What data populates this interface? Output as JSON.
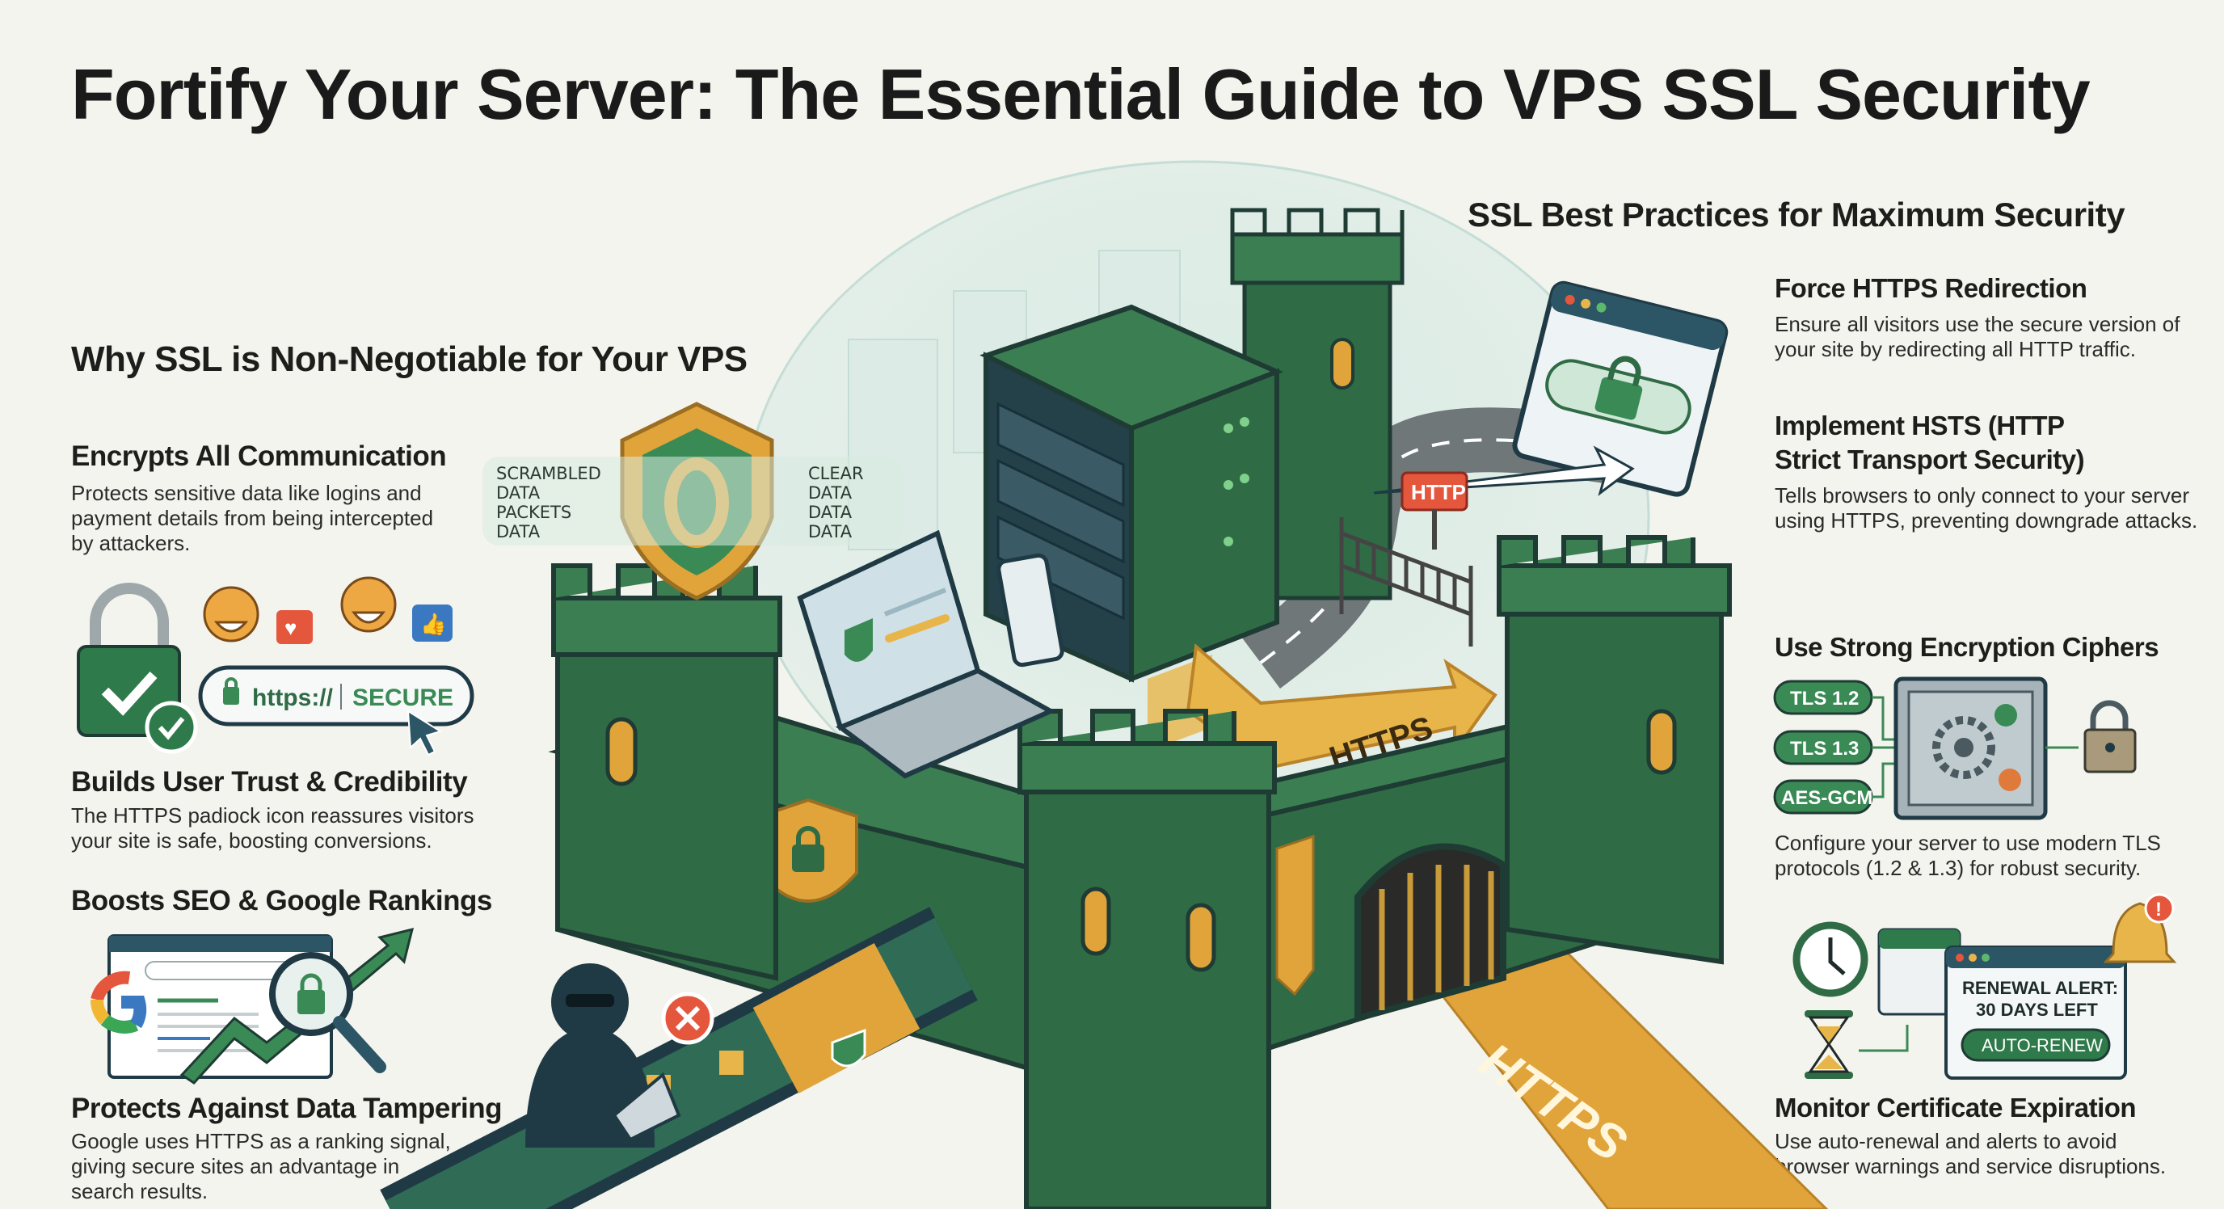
{
  "title": "Fortify Your Server: The Essential Guide to VPS SSL Security",
  "left": {
    "heading": "Why SSL is Non-Negotiable for Your VPS",
    "items": [
      {
        "title": "Encrypts All Communication",
        "body": "Protects sensitive data like logins and payment details from being intercepted by attackers."
      },
      {
        "title": "Builds User Trust & Credibility",
        "body": "The HTTPS padiock icon reassures visitors your site is safe, boosting conversions."
      },
      {
        "title": "Boosts SEO & Google Rankings",
        "body": ""
      },
      {
        "title": "Protects Against Data Tampering",
        "body": "Google uses HTTPS as a ranking signal, giving secure sites an advantage in search results."
      }
    ],
    "url_bar": {
      "protocol": "https://",
      "status": "SECURE"
    }
  },
  "right": {
    "heading": "SSL Best Practices for Maximum Security",
    "items": [
      {
        "title": "Force HTTPS Redirection",
        "body": "Ensure all visitors use the secure version of your site by redirecting all HTTP traffic."
      },
      {
        "title_line1": "Implement HSTS (HTTP",
        "title_line2": "Strict Transport Security)",
        "body": "Tells browsers to only connect to your server using HTTPS, preventing downgrade attacks."
      },
      {
        "title": "Use Strong Encryption Ciphers",
        "body": "Configure your server to use modern TLS protocols (1.2 & 1.3) for robust security."
      },
      {
        "title": "Monitor Certificate Expiration",
        "body": "Use auto-renewal and alerts to avoid browser warnings and service disruptions."
      }
    ],
    "ciphers": [
      "TLS 1.2",
      "TLS 1.3",
      "AES-GCM"
    ],
    "alert": {
      "line1": "RENEWAL ALERT:",
      "line2": "30 DAYS LEFT",
      "button": "AUTO-RENEW"
    }
  },
  "scene": {
    "scrambled": [
      "SCRAMBLED",
      "DATA",
      "PACKETS",
      "DATA"
    ],
    "clear": [
      "CLEAR",
      "DATA",
      "DATA",
      "DATA"
    ],
    "http_sign": "HTTP",
    "https_arrow": "HTTPS",
    "https_road": "HTTPS"
  },
  "colors": {
    "castle_green": "#2f6b45",
    "dark_navy": "#1f3a45",
    "gold": "#e0a43a",
    "accent_green": "#3a8a55",
    "background": "#f4f4ee"
  }
}
